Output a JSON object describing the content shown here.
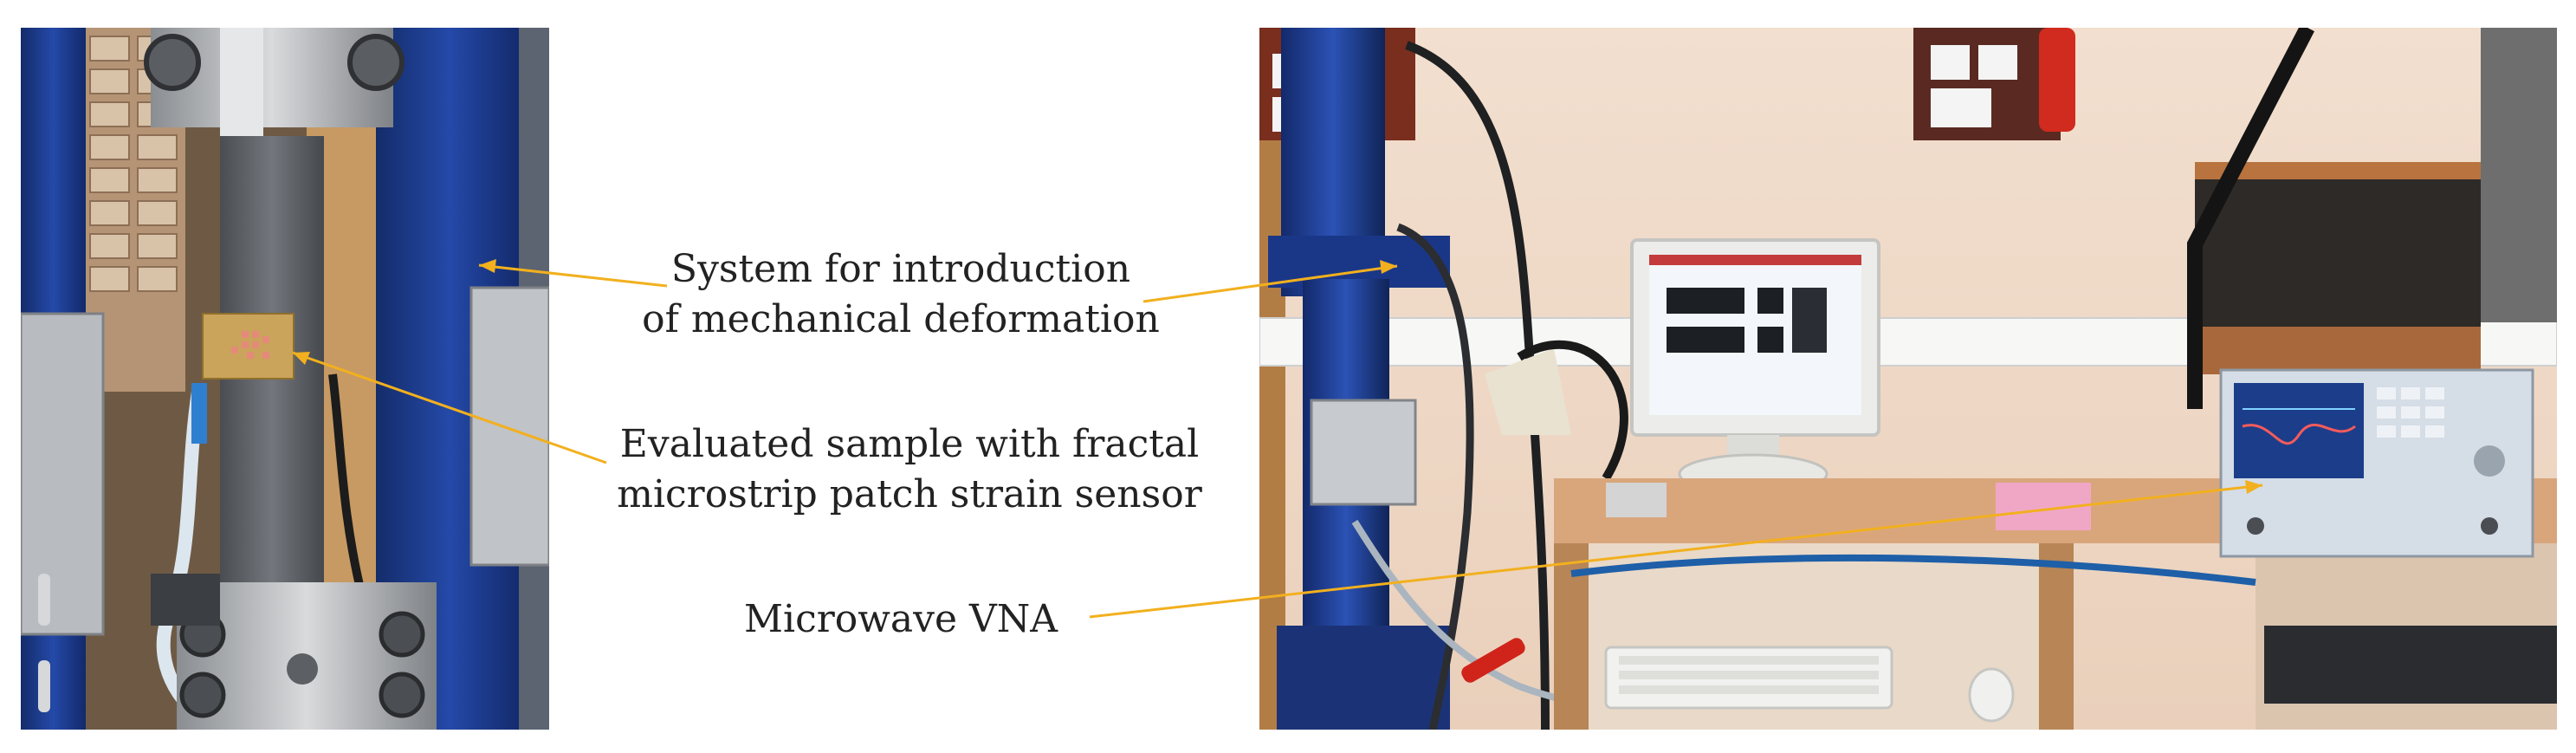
{
  "figure": {
    "labels": {
      "deformation_line1": "System for introduction",
      "deformation_line2": "of mechanical deformation",
      "sample_line1": "Evaluated sample with fractal",
      "sample_line2": "microstrip patch strain sensor",
      "vna": "Microwave VNA"
    },
    "colors": {
      "leader_line": "#f2b01e",
      "frame_blue": "#1d3e8f",
      "wall": "#efd9c6",
      "table": "#d9a67c"
    }
  }
}
